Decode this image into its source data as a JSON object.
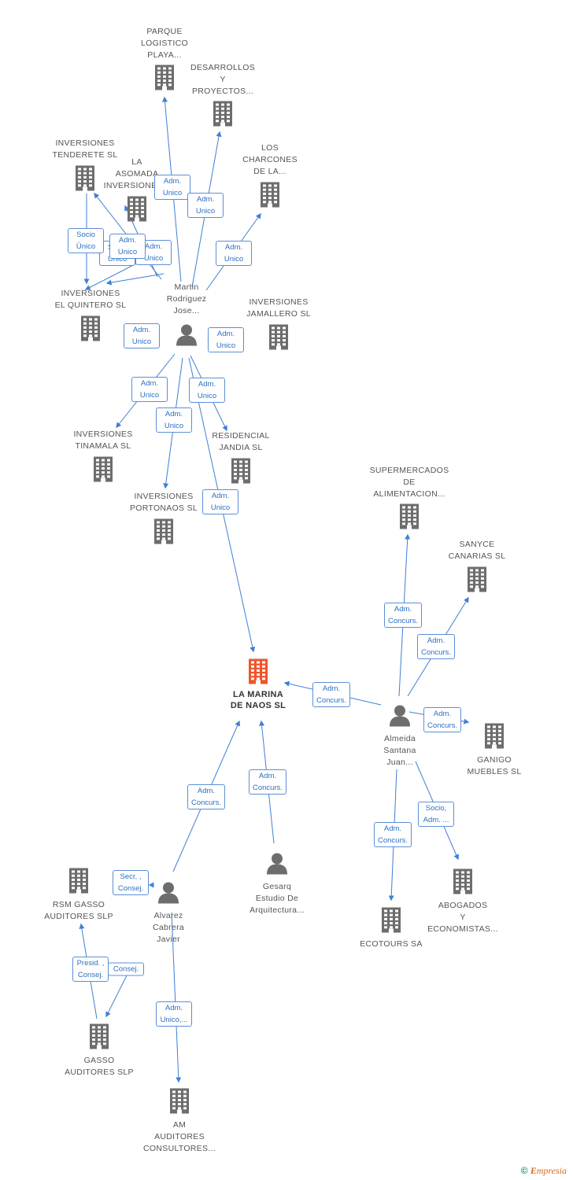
{
  "colors": {
    "line": "#3f7fd6",
    "building": "#6d6d6d",
    "main_building": "#f0542a",
    "person": "#6d6d6d"
  },
  "main": {
    "label": "LA MARINA\nDE NAOS SL",
    "icon": "building-icon"
  },
  "companies": {
    "parque": "PARQUE\nLOGISTICO\nPLAYA...",
    "desarrollos": "DESARROLLOS\nY\nPROYECTOS...",
    "tenderete": "INVERSIONES\nTENDERETE SL",
    "asomada": "LA\nASOMADA\nINVERSIONES...",
    "charcones": "LOS\nCHARCONES\nDE LA...",
    "quintero": "INVERSIONES\nEL QUINTERO SL",
    "jamallero": "INVERSIONES\nJAMALLERO SL",
    "tinamala": "INVERSIONES\nTINAMALA SL",
    "residencial": "RESIDENCIAL\nJANDIA SL",
    "portonaos": "INVERSIONES\nPORTONAOS SL",
    "supermercados": "SUPERMERCADOS\nDE\nALIMENTACION...",
    "sanyce": "SANYCE\nCANARIAS SL",
    "ganigo": "GANIGO\nMUEBLES SL",
    "abogados": "ABOGADOS\nY\nECONOMISTAS...",
    "ecotours": "ECOTOURS SA",
    "rsm": "RSM GASSO\nAUDITORES SLP",
    "gasso": "GASSO\nAUDITORES  SLP",
    "am": "AM\nAUDITORES\nCONSULTORES..."
  },
  "persons": {
    "martin": "Martin\nRodriguez\nJose...",
    "almeida": "Almeida\nSantana\nJuan...",
    "gesarq": "Gesarq\nEstudio De\nArquitectura...",
    "alvarez": "Alvarez\nCabrera\nJavier"
  },
  "badges": {
    "b_parque": "Adm.\nUnico",
    "b_desarrollos": "Adm.\nUnico",
    "b_charcones": "Adm.\nUnico",
    "b_tenderete": "Socio\nÚnico",
    "b_quintero_s": "Socio\nÚnico",
    "b_asomada": "Adm.\nUnico",
    "b_asomada2": "Adm.\nUnico",
    "b_quintero": "Adm.\nUnico",
    "b_jamallero": "Adm.\nUnico",
    "b_tinamala": "Adm.\nUnico",
    "b_residencial": "Adm.\nUnico",
    "b_portonaos": "Adm.\nUnico",
    "b_lamarina_m": "Adm.\nUnico",
    "b_supermercados": "Adm.\nConcurs.",
    "b_sanyce": "Adm.\nConcurs.",
    "b_lamarina_a": "Adm.\nConcurs.",
    "b_ganigo": "Adm.\nConcurs.",
    "b_abogados": "Socio,\nAdm. ...",
    "b_ecotours": "Adm.\nConcurs.",
    "b_gesarq": "Adm.\nConcurs.",
    "b_alvarez": "Adm.\nConcurs.",
    "b_secr": "Secr. ,\nConsej.",
    "b_consej": "Consej.",
    "b_presid": "Presid. ,\nConsej.",
    "b_am": "Adm.\nUnico,..."
  },
  "credit": {
    "symbol": "©",
    "brand_first": "E",
    "brand_rest": "mpresia"
  }
}
